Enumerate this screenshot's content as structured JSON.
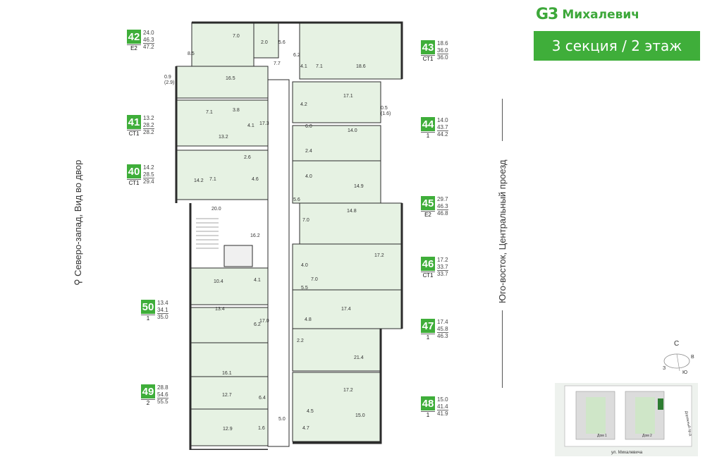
{
  "brand": {
    "mark": "G3",
    "name": "Михалевич"
  },
  "section_title": "3 секция / 2 этаж",
  "orientation": {
    "left": "Северо-запад, Вид во двор",
    "right": "Юго-восток, Центральный проезд"
  },
  "apartments": [
    {
      "num": "42",
      "type": "Е2",
      "living": "24.0",
      "area": "46.3",
      "total": "47.2"
    },
    {
      "num": "43",
      "type": "СТ1",
      "living": "18.6",
      "area": "36.0",
      "total": "36.0"
    },
    {
      "num": "41",
      "type": "СТ1",
      "living": "13.2",
      "area": "28.2",
      "total": "28.2"
    },
    {
      "num": "44",
      "type": "1",
      "living": "14.0",
      "area": "43.7",
      "total": "44.2"
    },
    {
      "num": "40",
      "type": "СТ1",
      "living": "14.2",
      "area": "28.5",
      "total": "29.4"
    },
    {
      "num": "45",
      "type": "Е2",
      "living": "29.7",
      "area": "46.3",
      "total": "46.8"
    },
    {
      "num": "46",
      "type": "СТ1",
      "living": "17.2",
      "area": "33.7",
      "total": "33.7"
    },
    {
      "num": "50",
      "type": "1",
      "living": "13.4",
      "area": "34.1",
      "total": "35.0"
    },
    {
      "num": "47",
      "type": "1",
      "living": "17.4",
      "area": "45.8",
      "total": "46.3"
    },
    {
      "num": "49",
      "type": "2",
      "living": "28.8",
      "area": "54.6",
      "total": "55.5"
    },
    {
      "num": "48",
      "type": "1",
      "living": "15.0",
      "area": "41.4",
      "total": "41.9"
    }
  ],
  "room_labels": [
    "7.0",
    "2.0",
    "5.6",
    "6.2",
    "8.5",
    "4.1",
    "7.1",
    "18.6",
    "7.7",
    "16.5",
    "17.1",
    "0.9",
    "(2.9)",
    "4.2",
    "0.5",
    "(1.6)",
    "7.1",
    "3.8",
    "6.0",
    "17.3",
    "4.1",
    "13.2",
    "14.0",
    "2.6",
    "2.4",
    "7.1",
    "4.6",
    "4.0",
    "14.2",
    "14.9",
    "20.0",
    "5.6",
    "14.8",
    "16.2",
    "7.0",
    "17.2",
    "4.0",
    "10.4",
    "4.1",
    "5.5",
    "7.0",
    "13.4",
    "17.0",
    "17.4",
    "6.2",
    "4.8",
    "2.2",
    "16.1",
    "21.4",
    "12.7",
    "6.4",
    "17.2",
    "4.5",
    "15.0",
    "12.9",
    "1.6",
    "5.0",
    "4.7"
  ],
  "compass": {
    "n": "С",
    "e": "В",
    "s": "Ю",
    "w": "З"
  },
  "minimap": {
    "house1": "Дом 1",
    "house2": "Дом 2",
    "street": "ул. Михалевича",
    "road": "Дорожный пр-д",
    "section_mark": "1"
  },
  "colors": {
    "accent": "#3fae3a",
    "room_fill": "#e6f2e3",
    "wall": "#2b2b2b"
  }
}
